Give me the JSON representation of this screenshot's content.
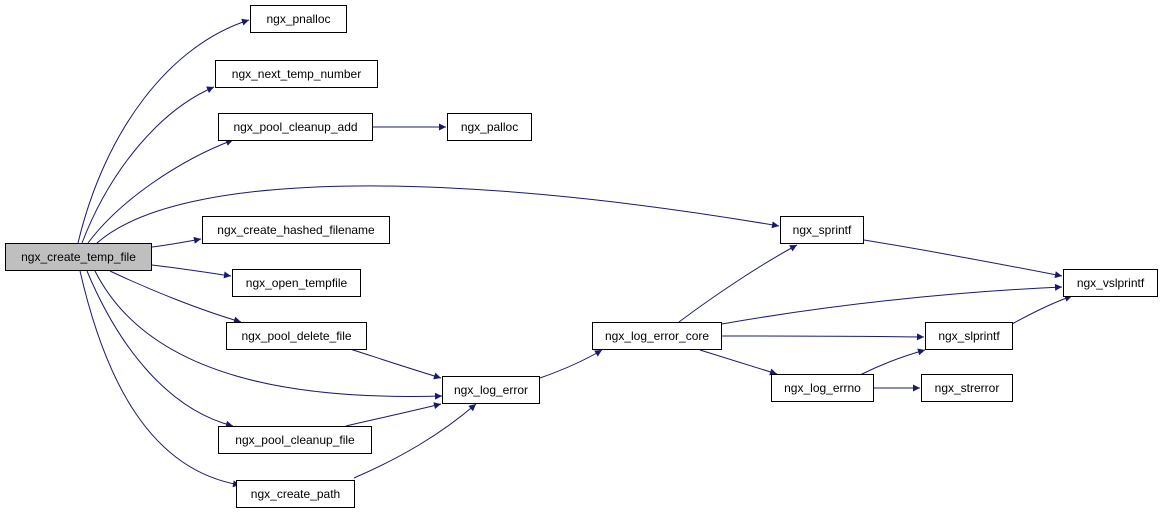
{
  "colors": {
    "edge": "#191970",
    "node_border": "#000000",
    "node_fill": "#ffffff",
    "root_fill": "#bfbfbf"
  },
  "nodes": {
    "ngx_create_temp_file": "ngx_create_temp_file",
    "ngx_pnalloc": "ngx_pnalloc",
    "ngx_next_temp_number": "ngx_next_temp_number",
    "ngx_pool_cleanup_add": "ngx_pool_cleanup_add",
    "ngx_palloc": "ngx_palloc",
    "ngx_create_hashed_filename": "ngx_create_hashed_filename",
    "ngx_open_tempfile": "ngx_open_tempfile",
    "ngx_pool_delete_file": "ngx_pool_delete_file",
    "ngx_pool_cleanup_file": "ngx_pool_cleanup_file",
    "ngx_create_path": "ngx_create_path",
    "ngx_log_error": "ngx_log_error",
    "ngx_log_error_core": "ngx_log_error_core",
    "ngx_sprintf": "ngx_sprintf",
    "ngx_vslprintf": "ngx_vslprintf",
    "ngx_slprintf": "ngx_slprintf",
    "ngx_log_errno": "ngx_log_errno",
    "ngx_strerror": "ngx_strerror"
  },
  "edges": [
    [
      "ngx_create_temp_file",
      "ngx_pnalloc"
    ],
    [
      "ngx_create_temp_file",
      "ngx_next_temp_number"
    ],
    [
      "ngx_create_temp_file",
      "ngx_pool_cleanup_add"
    ],
    [
      "ngx_create_temp_file",
      "ngx_sprintf"
    ],
    [
      "ngx_create_temp_file",
      "ngx_create_hashed_filename"
    ],
    [
      "ngx_create_temp_file",
      "ngx_open_tempfile"
    ],
    [
      "ngx_create_temp_file",
      "ngx_pool_delete_file"
    ],
    [
      "ngx_create_temp_file",
      "ngx_log_error"
    ],
    [
      "ngx_create_temp_file",
      "ngx_pool_cleanup_file"
    ],
    [
      "ngx_create_temp_file",
      "ngx_create_path"
    ],
    [
      "ngx_pool_cleanup_add",
      "ngx_palloc"
    ],
    [
      "ngx_pool_delete_file",
      "ngx_log_error"
    ],
    [
      "ngx_pool_cleanup_file",
      "ngx_log_error"
    ],
    [
      "ngx_create_path",
      "ngx_log_error"
    ],
    [
      "ngx_log_error",
      "ngx_log_error_core"
    ],
    [
      "ngx_log_error_core",
      "ngx_sprintf"
    ],
    [
      "ngx_log_error_core",
      "ngx_vslprintf"
    ],
    [
      "ngx_log_error_core",
      "ngx_slprintf"
    ],
    [
      "ngx_log_error_core",
      "ngx_log_errno"
    ],
    [
      "ngx_sprintf",
      "ngx_vslprintf"
    ],
    [
      "ngx_slprintf",
      "ngx_vslprintf"
    ],
    [
      "ngx_log_errno",
      "ngx_slprintf"
    ],
    [
      "ngx_log_errno",
      "ngx_strerror"
    ]
  ]
}
